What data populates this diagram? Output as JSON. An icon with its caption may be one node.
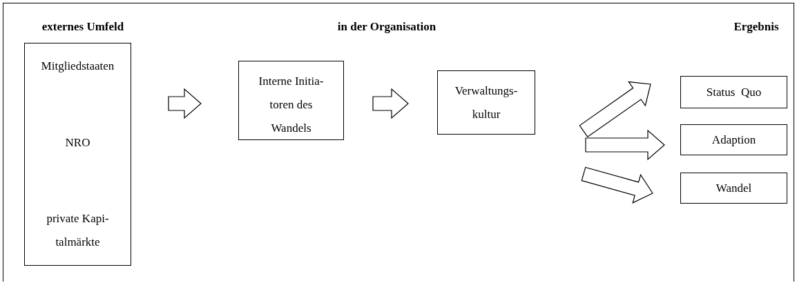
{
  "diagram": {
    "nodes": [
      {
        "text": [
          "Mitgliedstaaten",
          "NRO",
          "private Kapi- talmärkte"
        ]
      },
      {
        "text": [
          "Interne Initia- toren des Wandels"
        ]
      },
      {
        "text": [
          "Verwaltungs- kultur"
        ]
      },
      {
        "text": [
          "Status  Quo"
        ]
      },
      {
        "text": [
          "Adaption"
        ]
      },
      {
        "text": [
          "Wandel"
        ]
      }
    ],
    "edges": [
      {
        "from": 0,
        "to": 1,
        "arrow": "to"
      },
      {
        "from": 1,
        "to": 2,
        "arrow": "to"
      },
      {
        "from": 2,
        "to": 3,
        "arrow": "to"
      },
      {
        "from": 2,
        "to": 4,
        "arrow": "to"
      },
      {
        "from": 2,
        "to": 5,
        "arrow": "to"
      }
    ],
    "labels": [
      "externes Umfeld",
      "in der Organisation",
      "Ergebnis"
    ]
  }
}
